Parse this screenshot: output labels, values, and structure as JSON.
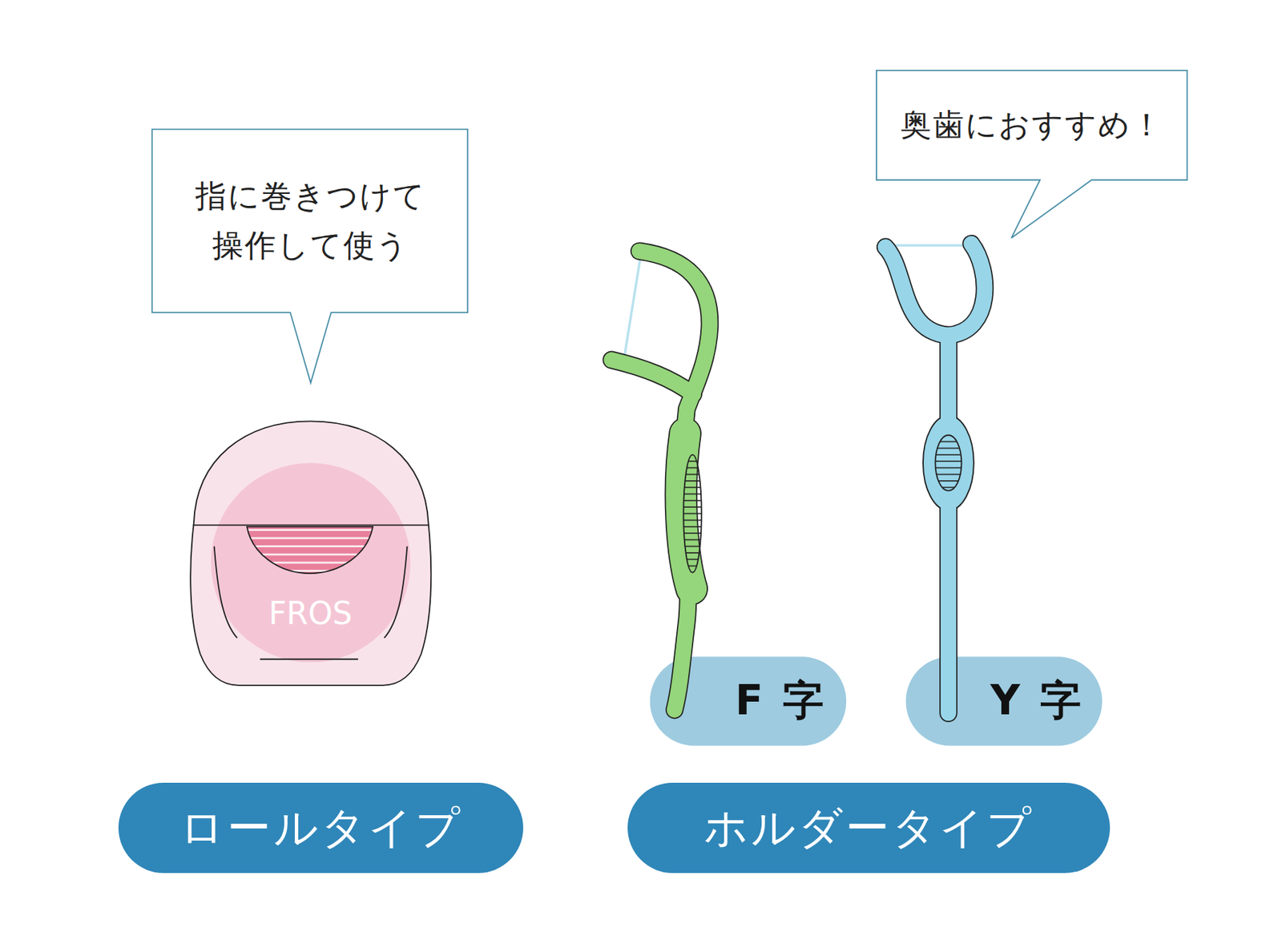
{
  "diagram": {
    "nodes": [
      {
        "text": [
          "指に巻きつけて 操作して使う"
        ]
      },
      {
        "text": [
          "奥歯におすすめ！"
        ]
      },
      {
        "text": [
          "F 字"
        ]
      },
      {
        "text": [
          "Y 字"
        ]
      },
      {
        "text": [
          "ロールタイプ"
        ]
      },
      {
        "text": [
          "ホルダータイプ"
        ]
      }
    ],
    "labels": [
      "FROS"
    ]
  }
}
